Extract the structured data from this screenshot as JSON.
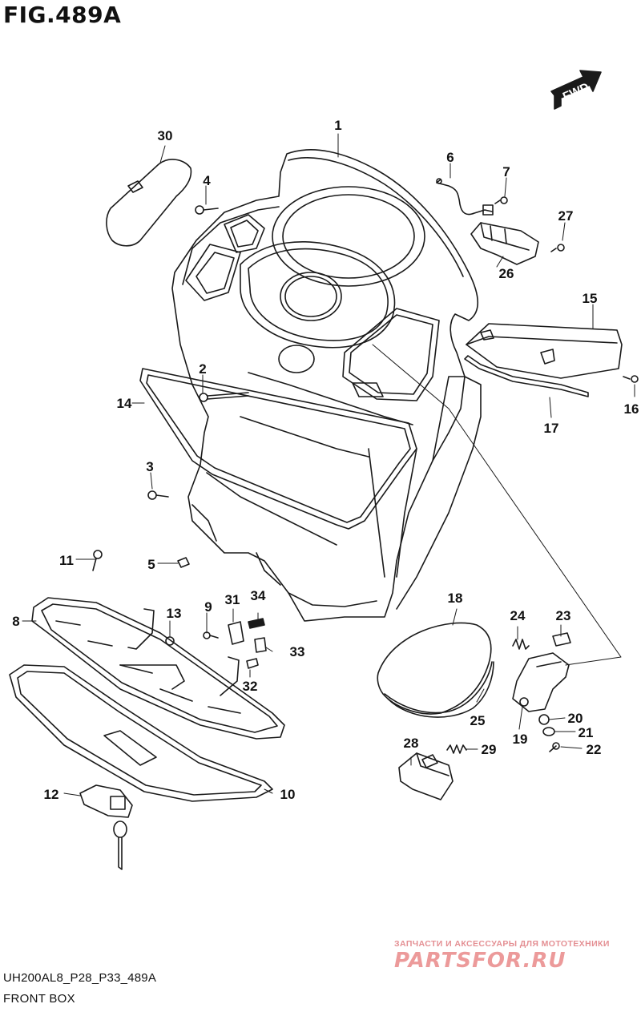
{
  "figure": {
    "title": "FIG.489A",
    "code": "UH200AL8_P28_P33_489A",
    "caption": "FRONT BOX",
    "fwd_label": "FWD",
    "fwd_icon": "fwd-arrow-icon"
  },
  "callouts": [
    "1",
    "2",
    "3",
    "4",
    "5",
    "6",
    "7",
    "8",
    "9",
    "10",
    "11",
    "12",
    "13",
    "14",
    "15",
    "16",
    "17",
    "18",
    "19",
    "20",
    "21",
    "22",
    "23",
    "24",
    "25",
    "26",
    "27",
    "28",
    "29",
    "30",
    "31",
    "32",
    "33",
    "34"
  ],
  "watermark": {
    "line1": "ЗАПЧАСТИ И АКСЕССУАРЫ ДЛЯ МОТОТЕХНИКИ",
    "line2": "PARTSFOR.RU"
  }
}
